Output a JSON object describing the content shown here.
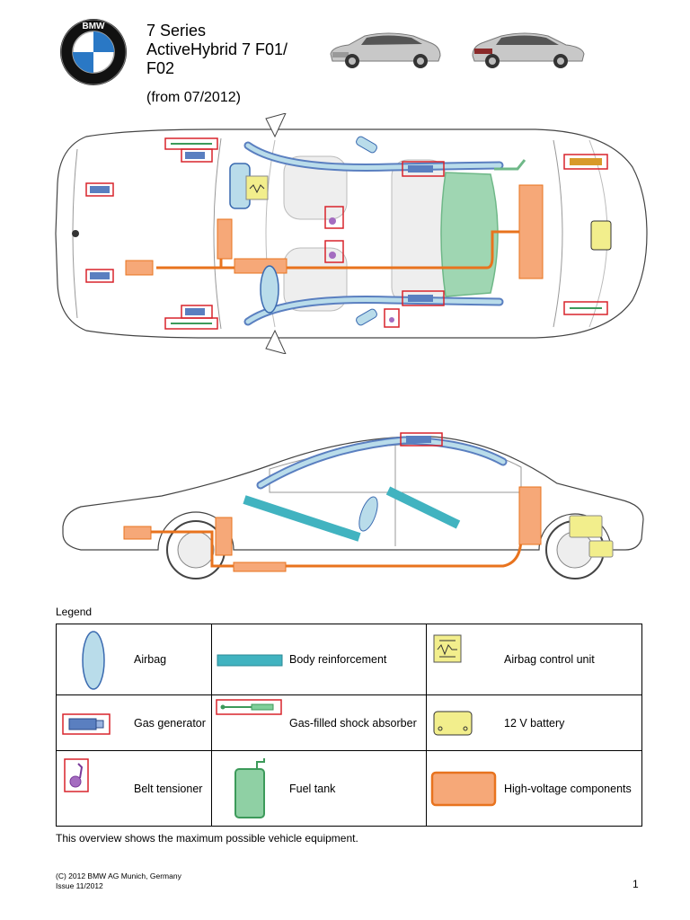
{
  "header": {
    "title_line1": "7 Series",
    "title_line2": "ActiveHybrid 7 F01/",
    "title_line3": "F02",
    "date": "(from 07/2012)",
    "logo_text": "BMW"
  },
  "legend": {
    "title": "Legend",
    "items": [
      {
        "label": "Airbag",
        "icon": "airbag-icon"
      },
      {
        "label": "Body reinforcement",
        "icon": "body-reinforcement-icon"
      },
      {
        "label": "Airbag control unit",
        "icon": "airbag-control-unit-icon"
      },
      {
        "label": "Gas generator",
        "icon": "gas-generator-icon"
      },
      {
        "label": "Gas-filled shock absorber",
        "icon": "shock-absorber-icon"
      },
      {
        "label": "12 V battery",
        "icon": "battery-icon"
      },
      {
        "label": "Belt tensioner",
        "icon": "belt-tensioner-icon"
      },
      {
        "label": "Fuel tank",
        "icon": "fuel-tank-icon"
      },
      {
        "label": "High-voltage components",
        "icon": "high-voltage-icon"
      }
    ]
  },
  "note": "This overview shows the maximum possible vehicle equipment.",
  "footer": {
    "copyright": "(C) 2012 BMW AG Munich, Germany",
    "issue": "Issue 11/2012",
    "page_number": "1"
  },
  "colors": {
    "airbag": "#b9dcea",
    "reinforcement": "#41b3c0",
    "high_voltage": "#f6a878",
    "hv_line": "#e8731e",
    "battery": "#f2ee8c",
    "fuel_tank": "#8fd0a4",
    "frame_red": "#d8242c",
    "belt": "#a46cc0"
  }
}
